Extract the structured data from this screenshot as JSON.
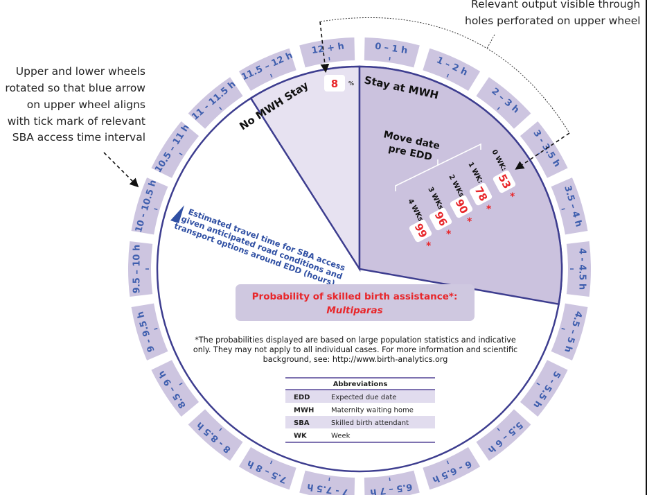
{
  "annotations": {
    "left_lines": [
      "Upper and lower wheels",
      "rotated so that blue arrow",
      "on upper wheel aligns",
      "with tick mark of relevant",
      "SBA access time interval"
    ],
    "top_right_lines": [
      "Relevant output visible through",
      "holes perforated on upper wheel"
    ]
  },
  "wheel": {
    "time_intervals": [
      "0 – 1 h",
      "1 – 2 h",
      "2 – 3 h",
      "3 - 3.5 h",
      "3.5 – 4 h",
      "4 - 4.5 h",
      "4.5 – 5 h",
      "5 - 5.5 h",
      "5.5 – 6 h",
      "6 - 6.5 h",
      "6.5 – 7 h",
      "7 - 7.5 h",
      "7.5 – 8 h",
      "8 - 8.5 h",
      "8.5 – 9 h",
      "9 - 9.5 h",
      "9.5 – 10 h",
      "10 - 10.5 h",
      "10.5 – 11 h",
      "11 - 11.5 h",
      "11.5 – 12 h",
      "12 + h"
    ],
    "colors": {
      "ring": "#3d3d8f",
      "stay_sector": "#cbc2de",
      "no_stay_sector": "#e7e2f1",
      "tab": "#cdc5e0",
      "value_red": "#e8262a",
      "blue_text": "#2f4fa3"
    },
    "no_mwh": {
      "label": "No MWH Stay",
      "value": "8",
      "unit": "%"
    },
    "stay_mwh": {
      "label": "Stay at MWH",
      "move_label_1": "Move date",
      "move_label_2": "pre EDD",
      "weeks": [
        {
          "label": "0 WK:",
          "value": "53",
          "mark": "*"
        },
        {
          "label": "1 WK:",
          "value": "78",
          "mark": "*"
        },
        {
          "label": "2 WKs:",
          "value": "90",
          "mark": "*"
        },
        {
          "label": "3 WKs:",
          "value": "96",
          "mark": "*"
        },
        {
          "label": "4 WKs:",
          "value": "99",
          "mark": "*"
        }
      ]
    },
    "travel_lines": [
      "Estimated travel time for SBA access",
      "given anticipated road conditions and",
      "transport options around EDD (hours)"
    ],
    "title_line1": "Probability of skilled birth assistance*:",
    "title_line2": "Multiparas",
    "footnote": [
      "*The probabilities displayed are based on large population statistics and indicative",
      "only. They may not apply to all individual cases. For more information and scientific",
      "background, see: http://www.birth-analytics.org"
    ],
    "abbreviations": {
      "title": "Abbreviations",
      "rows": [
        {
          "abbr": "EDD",
          "meaning": "Expected due date"
        },
        {
          "abbr": "MWH",
          "meaning": "Maternity waiting home"
        },
        {
          "abbr": "SBA",
          "meaning": "Skilled birth attendant"
        },
        {
          "abbr": "WK",
          "meaning": "Week"
        }
      ]
    }
  }
}
